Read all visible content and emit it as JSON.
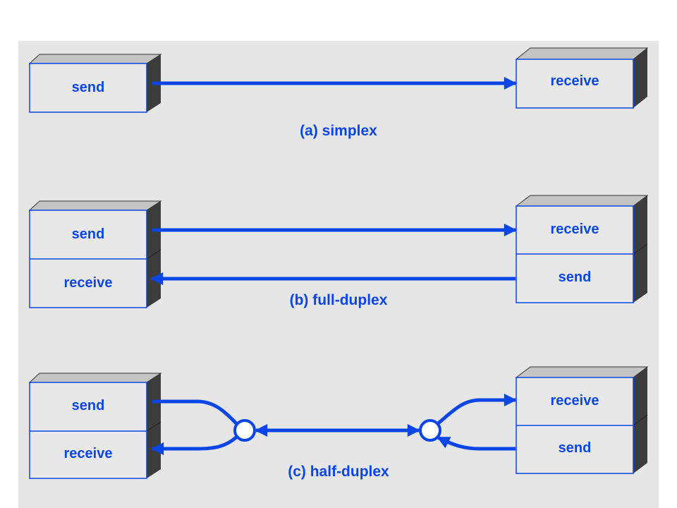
{
  "colors": {
    "accent": "#0a46e6",
    "panel_background": "#e6e6e6",
    "box_face": "#e8e8e8",
    "box_top": "#c4c4c4",
    "box_side": "#3c3c3c"
  },
  "sections": {
    "simplex": {
      "caption": "(a)  simplex",
      "left_box": {
        "labels": [
          "send"
        ]
      },
      "right_box": {
        "labels": [
          "receive"
        ]
      }
    },
    "full_duplex": {
      "caption": "(b)  full-duplex",
      "left_box": {
        "labels": [
          "send",
          "receive"
        ]
      },
      "right_box": {
        "labels": [
          "receive",
          "send"
        ]
      }
    },
    "half_duplex": {
      "caption": "(c)  half-duplex",
      "left_box": {
        "labels": [
          "send",
          "receive"
        ]
      },
      "right_box": {
        "labels": [
          "receive",
          "send"
        ]
      }
    }
  }
}
